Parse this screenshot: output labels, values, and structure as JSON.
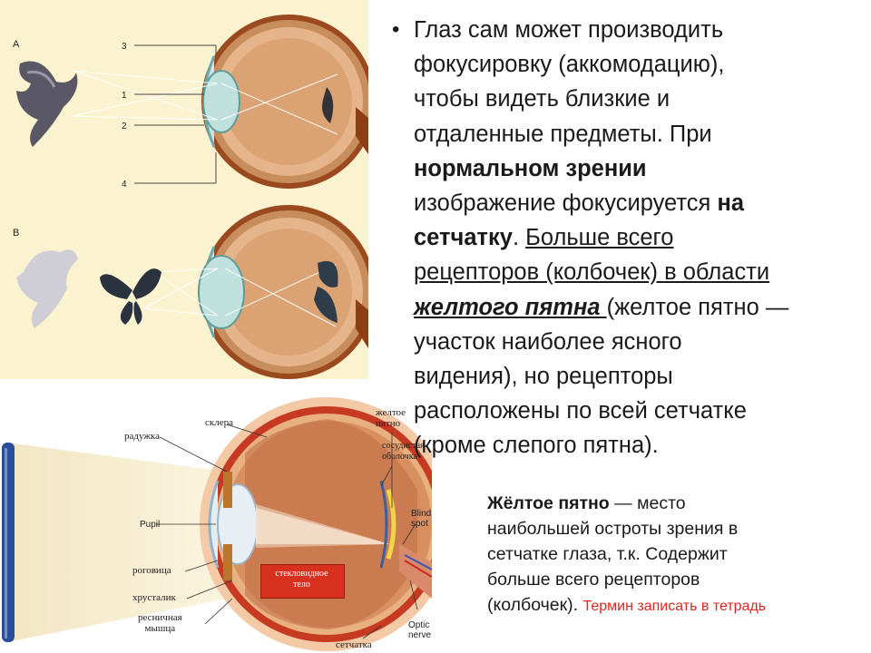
{
  "bullet": {
    "marker": "•",
    "lines": [
      [
        {
          "t": "Глаз сам может производить"
        }
      ],
      [
        {
          "t": "фокусировку (аккомодацию),"
        }
      ],
      [
        {
          "t": "чтобы видеть близкие и"
        }
      ],
      [
        {
          "t": "отдаленные предметы. При"
        }
      ],
      [
        {
          "t": "нормальном зрении",
          "b": true
        }
      ],
      [
        {
          "t": "изображение фокусируется "
        },
        {
          "t": "на",
          "b": true
        }
      ],
      [
        {
          "t": "сетчатку",
          "b": true
        },
        {
          "t": ". "
        },
        {
          "t": "Больше всего",
          "u": true
        }
      ],
      [
        {
          "t": "рецепторов (колбочек) в области",
          "u": true
        }
      ],
      [
        {
          "t": "желтого пятна ",
          "b": true,
          "u": true,
          "i": true
        },
        {
          "t": "(желтое пятно —"
        }
      ],
      [
        {
          "t": "участок наиболее ясного"
        }
      ],
      [
        {
          "t": "видения), но рецепторы"
        }
      ],
      [
        {
          "t": "расположены по всей сетчатке"
        }
      ],
      [
        {
          "t": "(кроме слепого пятна)."
        }
      ]
    ]
  },
  "definition": {
    "term": "Жёлтое пятно",
    "dash": " — место",
    "lines": [
      "наибольшей остроты зрения в",
      "сетчатке глаза, т.к. Содержит",
      "больше всего рецепторов"
    ],
    "last": "(колбочек).",
    "note": "Термин записать в тетрадь",
    "note_color": "#e0261f"
  },
  "figure_top": {
    "label_a": "A",
    "label_b": "B",
    "numbers": [
      "3",
      "1",
      "2",
      "4"
    ]
  },
  "figure_bottom": {
    "labels": {
      "sclera": "склера",
      "iris": "радужка",
      "macula_1": "желтое",
      "macula_2": "пятно",
      "choroid_1": "сосудистая",
      "choroid_2": "оболочка",
      "blind_1": "Blind",
      "blind_2": "spot",
      "pupil": "Pupil",
      "cornea": "роговица",
      "lens": "хрусталик",
      "ciliary_1": "ресничная",
      "ciliary_2": "мышца",
      "optic_1": "Optic",
      "optic_2": "nerve",
      "retina": "сетчатка",
      "vitreous_1": "стекловидное",
      "vitreous_2": "тело"
    }
  }
}
